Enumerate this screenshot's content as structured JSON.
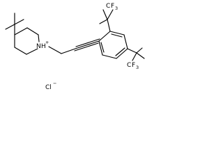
{
  "structure": {
    "atoms": {
      "nitrogen": "N",
      "nitrogen_h": "H",
      "nitrogen_charge": "+",
      "cf3_top_c": "C",
      "cf3_top_f": "F",
      "cf3_top_n": "3",
      "cf3_bottom_c": "C",
      "cf3_bottom_f": "F",
      "cf3_bottom_n": "3"
    },
    "counter_ion": {
      "symbol": "Cl",
      "charge": "−"
    }
  }
}
